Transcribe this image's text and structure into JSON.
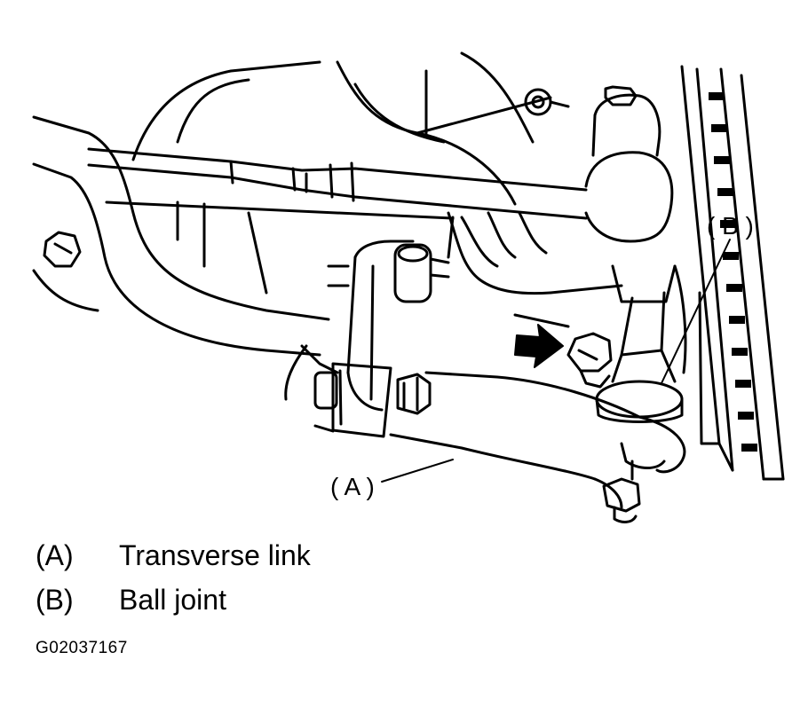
{
  "diagram": {
    "callouts": {
      "a": "( A )",
      "b": "( B )"
    }
  },
  "legend": [
    {
      "key": "(A)",
      "desc": "Transverse link"
    },
    {
      "key": "(B)",
      "desc": "Ball joint"
    }
  ],
  "figure_id": "G02037167"
}
